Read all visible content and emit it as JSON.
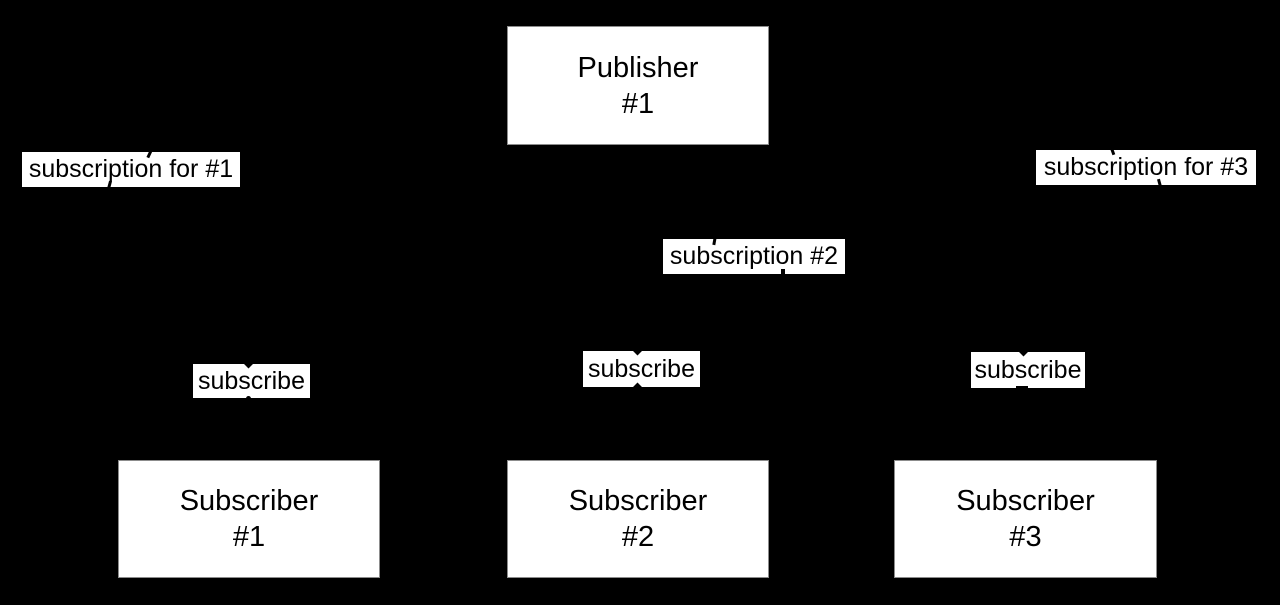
{
  "diagram": {
    "type": "publisher-subscriber-graph",
    "colors": {
      "background": "#000000",
      "node_fill": "#ffffff",
      "node_border": "#8c8c8c",
      "text": "#000000",
      "edge_label_bg": "#ffffff"
    },
    "nodes": {
      "publisher1": {
        "line1": "Publisher",
        "line2": "#1"
      },
      "subscriber1": {
        "line1": "Subscriber",
        "line2": "#1"
      },
      "subscriber2": {
        "line1": "Subscriber",
        "line2": "#2"
      },
      "subscriber3": {
        "line1": "Subscriber",
        "line2": "#3"
      }
    },
    "edge_labels": {
      "subscription_for_1": "subscription for #1",
      "subscription_2": "subscription #2",
      "subscription_for_3": "subscription for #3",
      "subscribe_1": "subscribe",
      "subscribe_2": "subscribe",
      "subscribe_3": "subscribe"
    }
  }
}
